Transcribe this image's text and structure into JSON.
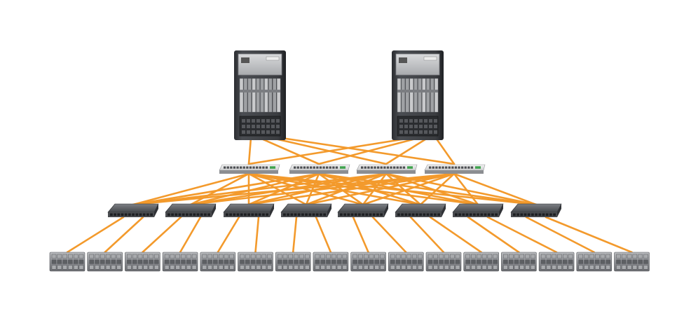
{
  "diagram": {
    "link_color": "#f39a2c",
    "chassis_color": "#3d4045",
    "tiers": [
      {
        "role": "core-chassis-switch",
        "count": 2
      },
      {
        "role": "aggregation-switch",
        "count": 4
      },
      {
        "role": "access-switch",
        "count": 8
      },
      {
        "role": "fabric-extender",
        "count": 16
      }
    ]
  }
}
